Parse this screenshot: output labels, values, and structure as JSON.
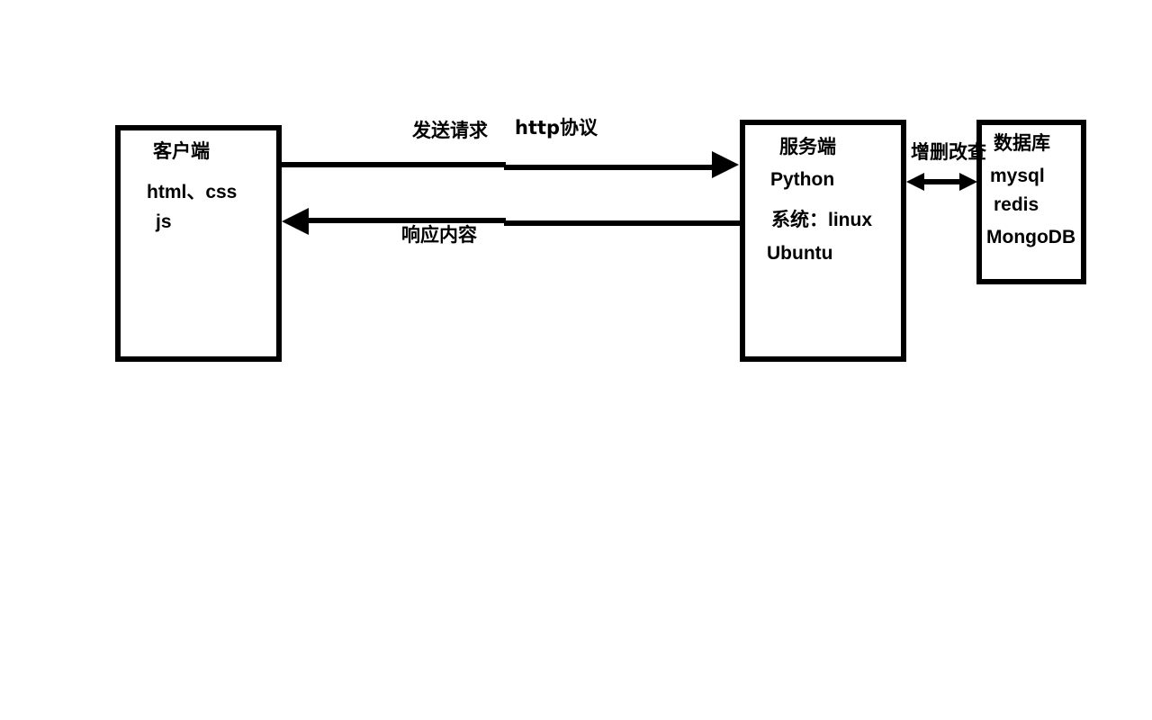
{
  "colors": {
    "background": "#ffffff",
    "stroke": "#000000"
  },
  "boxes": {
    "client": {
      "title": "客户端",
      "line1": "html、css",
      "line2": "js"
    },
    "server": {
      "title": "服务端",
      "line1": "Python",
      "line2_label": "系统：",
      "line2_value": "linux",
      "line3": "Ubuntu"
    },
    "database": {
      "title": "数据库",
      "item1": "mysql",
      "item2": "redis",
      "item3": "MongoDB"
    }
  },
  "arrows": {
    "request_label": "发送请求",
    "protocol_label": "http协议",
    "response_label": "响应内容",
    "crud_label": "增删改查"
  }
}
